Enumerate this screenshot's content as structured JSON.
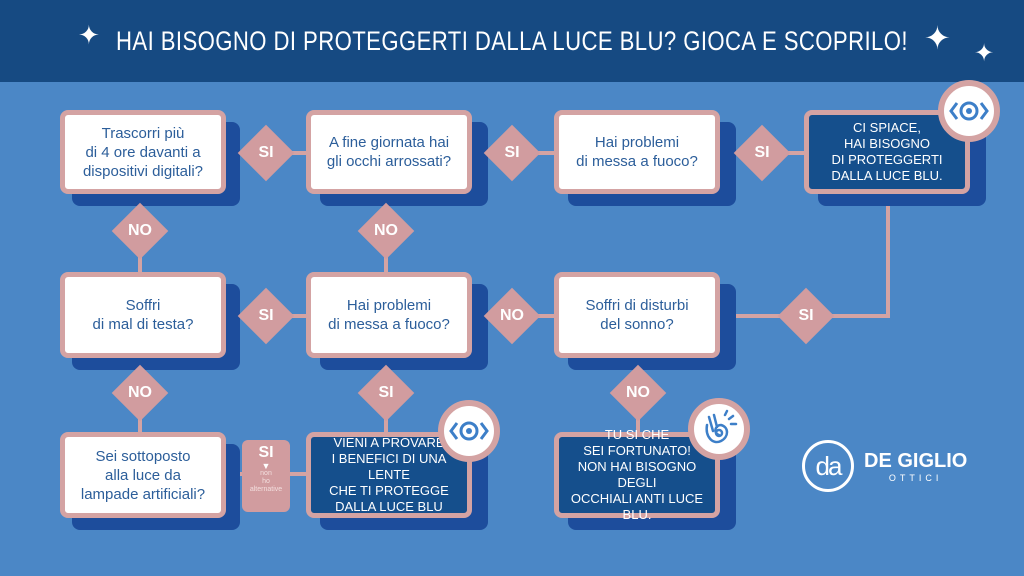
{
  "header": {
    "title": "HAI BISOGNO DI PROTEGGERTI DALLA LUCE BLU? GIOCA E SCOPRILO!"
  },
  "questions": {
    "q1": "Trascorri più\ndi 4 ore davanti a\ndispositivi digitali?",
    "q2": "A fine giornata hai\ngli occhi arrossati?",
    "q3": "Hai problemi\ndi messa a fuoco?",
    "q4": "Soffri\ndi mal di testa?",
    "q5": "Hai problemi\ndi messa a fuoco?",
    "q6": "Soffri di disturbi\ndel sonno?",
    "q7": "Sei sottoposto\nalla luce da\nlampade artificiali?"
  },
  "results": {
    "r1": "CI SPIACE,\nHAI BISOGNO\nDI PROTEGGERTI\nDALLA LUCE BLU.",
    "r2": "VIENI A PROVARE\nI BENEFICI DI UNA LENTE\nCHE  TI PROTEGGE\nDALLA LUCE BLU",
    "r3": "TU SI CHE\nSEI FORTUNATO!\nNON HAI BISOGNO DEGLI\nOCCHIALI ANTI LUCE BLU."
  },
  "labels": {
    "yes": "SI",
    "no": "NO"
  },
  "tag": {
    "label": "SI",
    "note": "non\nho\nalternative"
  },
  "logo": {
    "mark": "da",
    "name": "DE GIGLIO",
    "sub": "OTTICI"
  },
  "colors": {
    "header": "#164a82",
    "background": "#4b87c6",
    "accent": "#d4a3a3",
    "dark_box": "#154f8c"
  }
}
